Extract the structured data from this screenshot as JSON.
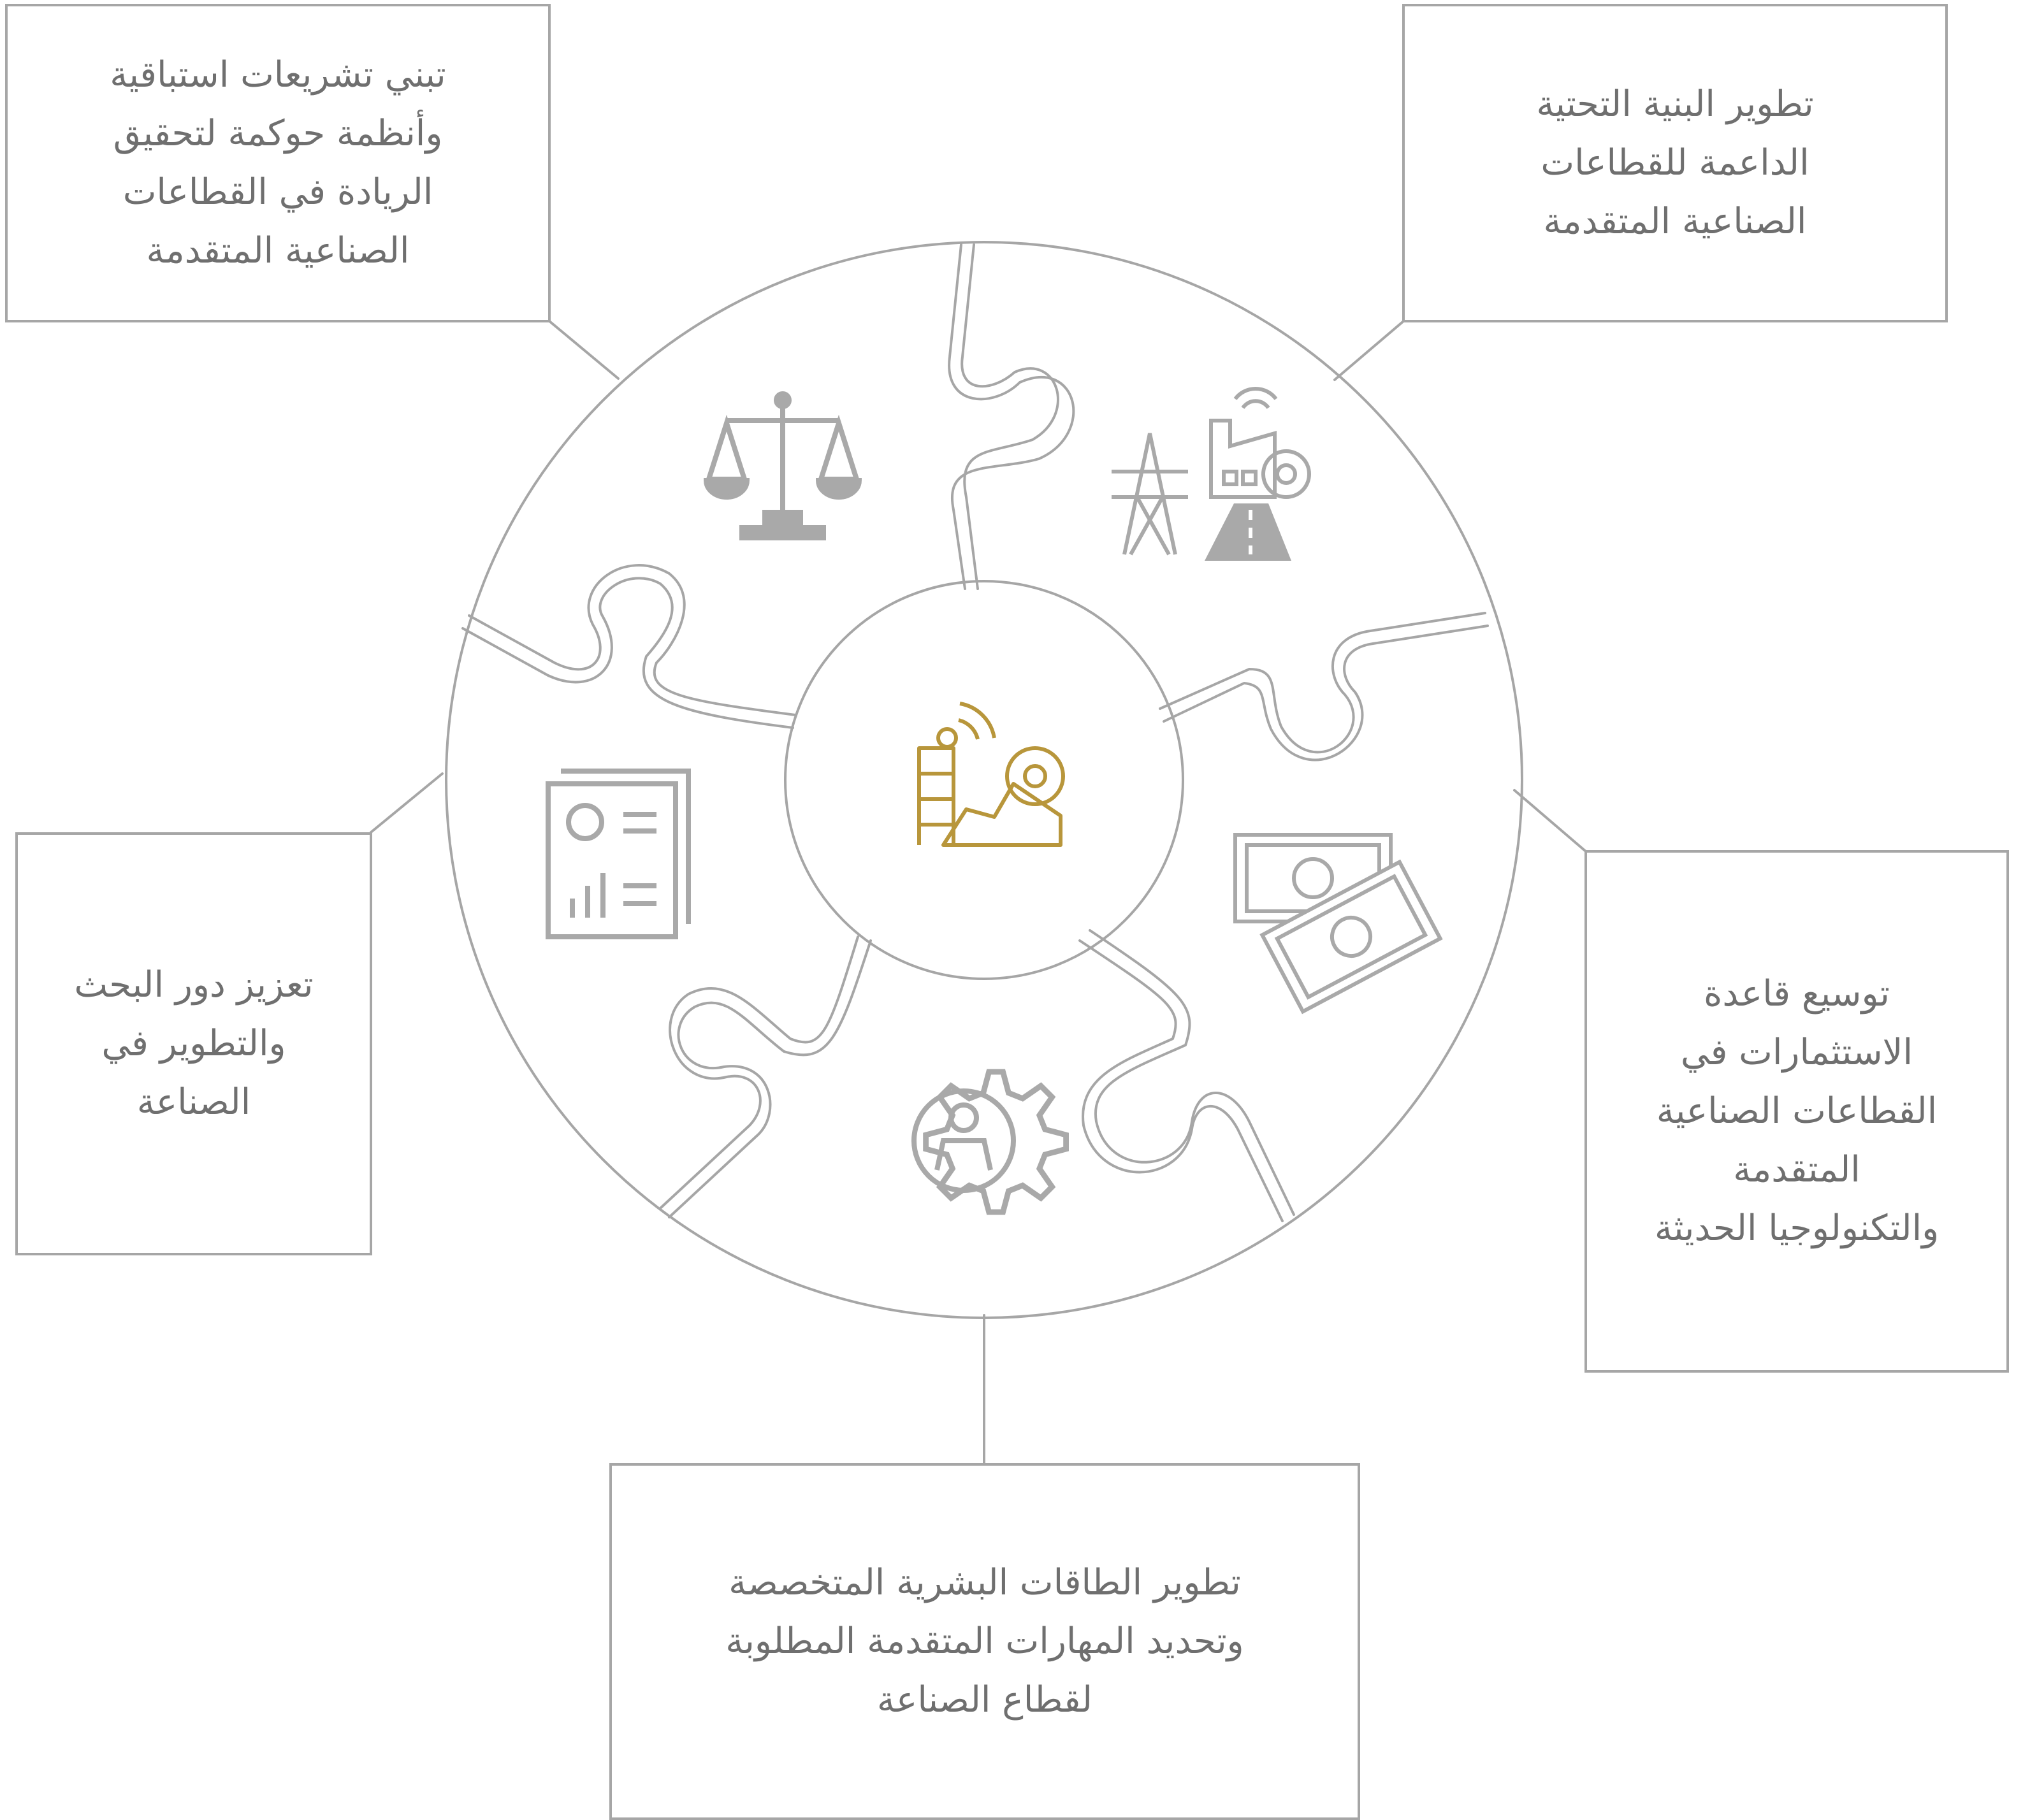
{
  "colors": {
    "outline": "#a6a6a6",
    "icon_gray": "#a9a9a9",
    "accent_gold": "#b8963b",
    "text": "#6f6f6f"
  },
  "center": {
    "icon": "industry-center-icon"
  },
  "pillars": [
    {
      "id": "legislation",
      "icon": "scales-of-justice-icon",
      "text": "تبني تشريعات استباقية\nوأنظمة حوكمة لتحقيق\nالريادة في القطاعات\nالصناعية المتقدمة"
    },
    {
      "id": "infrastructure",
      "icon": "factory-tower-road-icon",
      "text": "تطوير البنية التحتية\nالداعمة للقطاعات\nالصناعية المتقدمة"
    },
    {
      "id": "investment",
      "icon": "money-bills-icon",
      "text": "توسيع قاعدة\nالاستثمارات في\nالقطاعات الصناعية\nالمتقدمة\nوالتكنولوجيا الحديثة"
    },
    {
      "id": "skills",
      "icon": "person-gear-icon",
      "text": "تطوير الطاقات البشرية المتخصصة\nوتحديد المهارات المتقدمة المطلوبة\nلقطاع الصناعة"
    },
    {
      "id": "rnd",
      "icon": "report-document-icon",
      "text": "تعزيز دور البحث\nوالتطوير في\nالصناعة"
    }
  ]
}
